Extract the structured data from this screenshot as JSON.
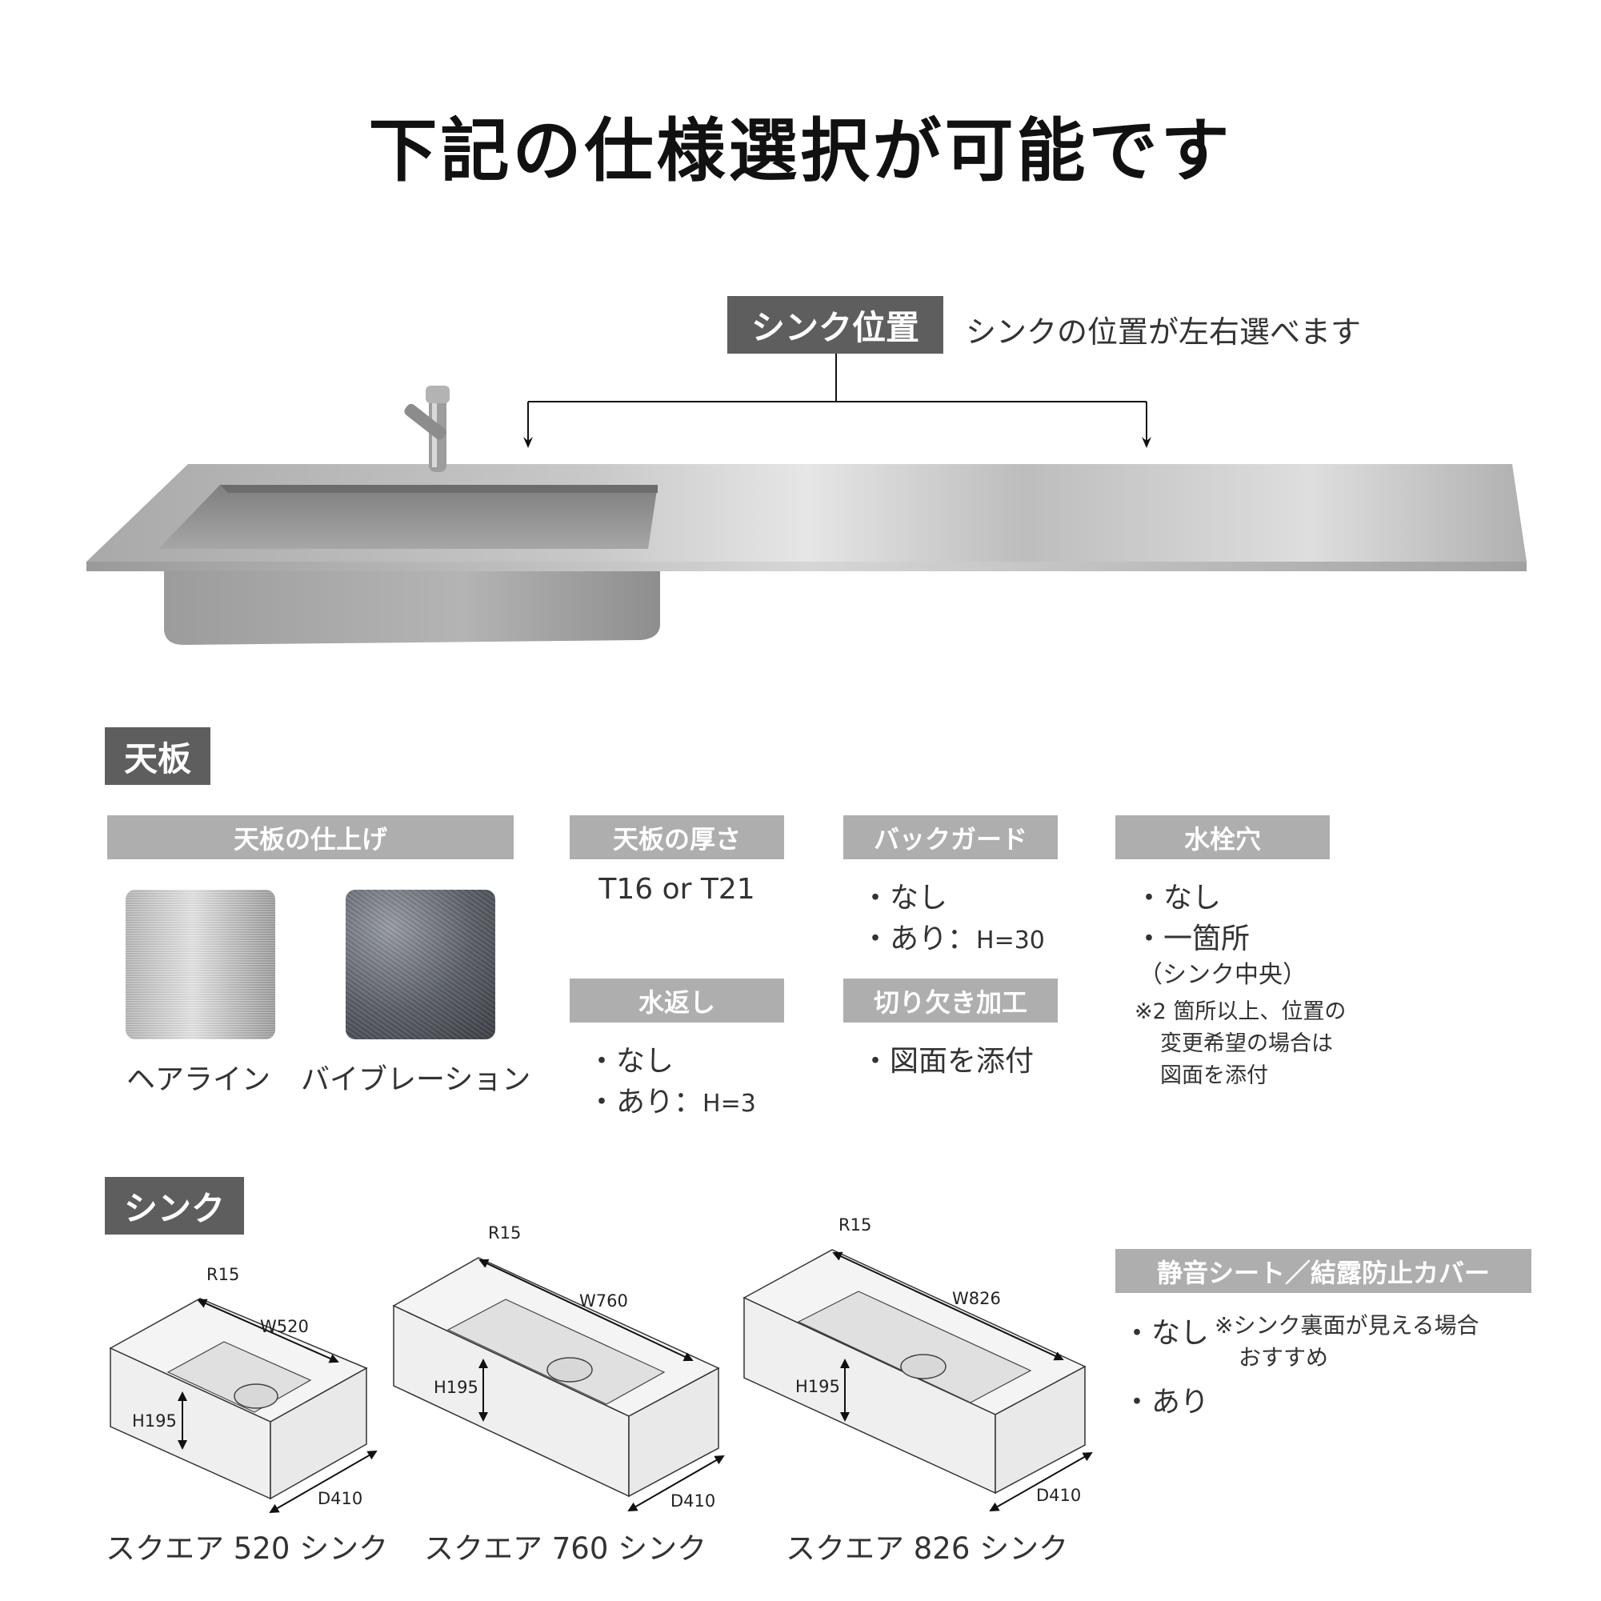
{
  "title": "下記の仕様選択が可能です",
  "sink_position": {
    "label": "シンク位置",
    "description": "シンクの位置が左右選べます"
  },
  "countertop": {
    "section_label": "天板",
    "finish": {
      "header": "天板の仕上げ",
      "options": [
        "ヘアライン",
        "バイブレーション"
      ]
    },
    "thickness": {
      "header": "天板の厚さ",
      "value": "T16 or T21"
    },
    "backguard": {
      "header": "バックガード",
      "options": [
        {
          "label": "・なし",
          "suffix": ""
        },
        {
          "label": "・あり：",
          "suffix": "H=30"
        }
      ]
    },
    "faucet_hole": {
      "header": "水栓穴",
      "options": [
        "・なし",
        "・一箇所"
      ],
      "sub": "（シンク中央）",
      "note": [
        "※2 箇所以上、位置の",
        "変更希望の場合は",
        "図面を添付"
      ]
    },
    "drip_edge": {
      "header": "水返し",
      "options": [
        {
          "label": "・なし",
          "suffix": ""
        },
        {
          "label": "・あり：",
          "suffix": "H=3"
        }
      ]
    },
    "cutout": {
      "header": "切り欠き加工",
      "options": [
        "・図面を添付"
      ]
    }
  },
  "sink": {
    "section_label": "シンク",
    "models": [
      {
        "caption": "スクエア 520 シンク",
        "r": "R15",
        "w": "W520",
        "h": "H195",
        "d": "D410"
      },
      {
        "caption": "スクエア 760 シンク",
        "r": "R15",
        "w": "W760",
        "h": "H195",
        "d": "D410"
      },
      {
        "caption": "スクエア 826 シンク",
        "r": "R15",
        "w": "W826",
        "h": "H195",
        "d": "D410"
      }
    ],
    "cover": {
      "header": "静音シート／結露防止カバー",
      "options": [
        "・なし",
        "・あり"
      ],
      "note": [
        "※シンク裏面が見える場合",
        "おすすめ"
      ]
    }
  },
  "colors": {
    "dark_label": "#5e5e5e",
    "gray_header": "#aeaeae",
    "steel": "#b9b9b9"
  }
}
